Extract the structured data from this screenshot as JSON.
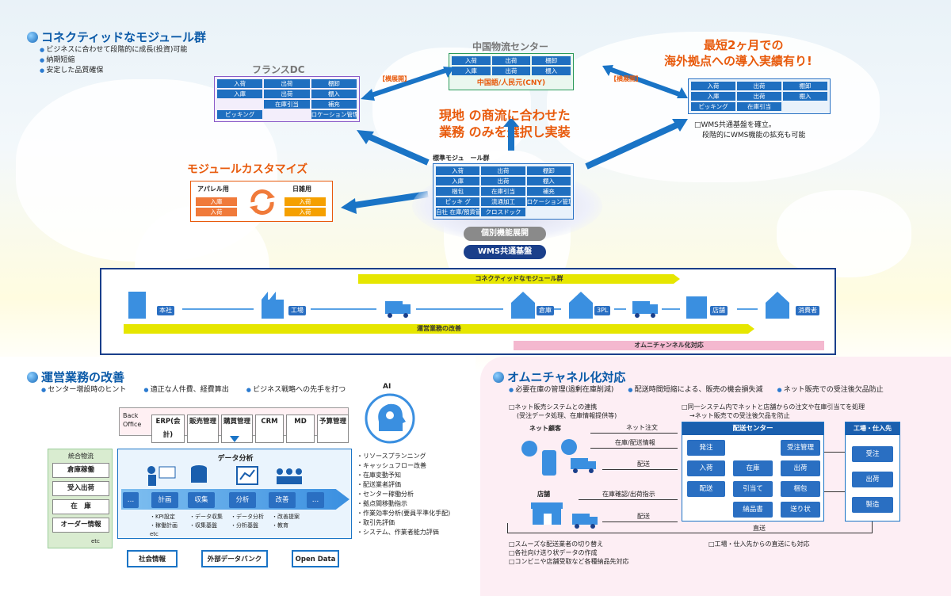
{
  "connected": {
    "title": "コネクティッドなモジュール群",
    "bullets": [
      "ビジネスに合わせて段階的に成長(投資)可能",
      "納期短縮",
      "安定した品質確保"
    ]
  },
  "china": {
    "title": "中国物流センター",
    "cells": [
      "入荷",
      "出荷",
      "棚卸",
      "入庫",
      "出荷",
      "棚入"
    ],
    "lang": "中国語/人民元(CNY)"
  },
  "france": {
    "title": "フランスDC",
    "cells": [
      "入荷",
      "出荷",
      "棚卸",
      "入庫",
      "出荷",
      "棚入",
      "在庫引当",
      "補充"
    ],
    "picking": "ピッキング",
    "location": "ロケーション管理"
  },
  "overseas": {
    "headline1": "最短2ヶ月での",
    "headline2": "海外拠点への導入実績有り!",
    "cells": [
      "入荷",
      "出荷",
      "棚卸",
      "入庫",
      "出荷",
      "棚入",
      "ピッキング",
      "在庫引当"
    ],
    "note1": "□WMS共通基盤を確立。",
    "note2": "段階的にWMS機能の拡充も可能"
  },
  "expand_label": "【横展開】",
  "center_msg": {
    "line1": "現地 の商流に合わせた",
    "line2": "業務 のみを選択し実装"
  },
  "standard": {
    "label": "標準モジュ　ール群",
    "cells": [
      "入荷",
      "出荷",
      "棚卸",
      "入庫",
      "出荷",
      "棚入",
      "梱包",
      "在庫引当",
      "補充",
      "ピッキ グ",
      "流通加工",
      "ロケーション管理",
      "自社 在庫/預貨管理",
      "クロスドック"
    ],
    "individual": "個別機能展開",
    "base": "WMS共通基盤"
  },
  "customize": {
    "title": "モジュールカスタマイズ",
    "apparel": "アパレル用",
    "daily": "日雑用",
    "apparel_items": [
      "入庫",
      "入荷"
    ],
    "daily_items": [
      "入荷",
      "入荷"
    ]
  },
  "flow": {
    "top_bar": "コネクティッドなモジュール群",
    "bottom_bar": "運営業務の改善",
    "omni_bar": "オムニチャンネル化対応",
    "nodes": [
      "本社",
      "工場",
      "倉庫",
      "3PL",
      "店舗",
      "消費者"
    ]
  },
  "ops": {
    "title": "運営業務の改善",
    "bullets": [
      "センター増設時のヒント",
      "適正な人件費、経費算出",
      "ビジネス戦略への先手を打つ"
    ],
    "ai": "AI",
    "backoffice": "Back Office",
    "bo_items": [
      "ERP(会計)",
      "販売管理",
      "購買管理",
      "CRM",
      "MD",
      "予算管理"
    ],
    "integrated": "統合物流",
    "int_items": [
      "倉庫稼働",
      "受入出荷",
      "在　庫",
      "オーダー情報"
    ],
    "etc": "etc",
    "data_analysis": "データ分析",
    "steps": [
      "…",
      "計画",
      "収集",
      "分析",
      "改善",
      "…"
    ],
    "step_notes": [
      "・KPI設定\n・稼働計画\netc",
      "・データ収集\n・収集基盤",
      "・データ分析\n・分析基盤",
      "・改善提案\n・教育"
    ],
    "outputs": [
      "・リソースプランニング",
      "・キャッシュフロー改善",
      "・在庫変動予知",
      "・配送業者評価",
      "・センター稼働分析",
      "・拠点間移動指示",
      "・作業効率分析(要員平準化手配)",
      "・取引先評価",
      "・システム、作業者能力評価"
    ],
    "sources": [
      "社会情報",
      "外部データバンク",
      "Open Data"
    ]
  },
  "omni": {
    "title": "オムニチャネル化対応",
    "bullets": [
      "必要在庫の管理(過剰在庫削減)",
      "配送時間短縮による、販売の機会損失減",
      "ネット販売での受注後欠品防止"
    ],
    "note_left1": "□ネット販売システムとの連携",
    "note_left2": "(受注データ処理、在庫情報提供等)",
    "note_right1": "□同一システム内でネットと店舗からの注文や在庫引当てを処理",
    "note_right2": "→ネット販売での受注後欠品を防止",
    "net_customer": "ネット顧客",
    "store": "店舗",
    "center": "配送センター",
    "center_cells": [
      "発注",
      "受注管理",
      "入荷",
      "在庫",
      "出荷",
      "配送",
      "引当て",
      "梱包",
      "納品書",
      "送り状"
    ],
    "factory": "工場・仕入先",
    "factory_cells": [
      "受注",
      "出荷",
      "製造"
    ],
    "arrows": [
      "ネット注文",
      "在庫/配送情報",
      "配送",
      "在庫確認/出荷指示",
      "配送",
      "直送"
    ],
    "bottom_left": [
      "□スムーズな配送業者の切り替え",
      "□各社向け送り状データの作成",
      "□コンビニや店舗受取など各種納品先対応"
    ],
    "bottom_right": "□工場・仕入先からの直送にも対応"
  }
}
